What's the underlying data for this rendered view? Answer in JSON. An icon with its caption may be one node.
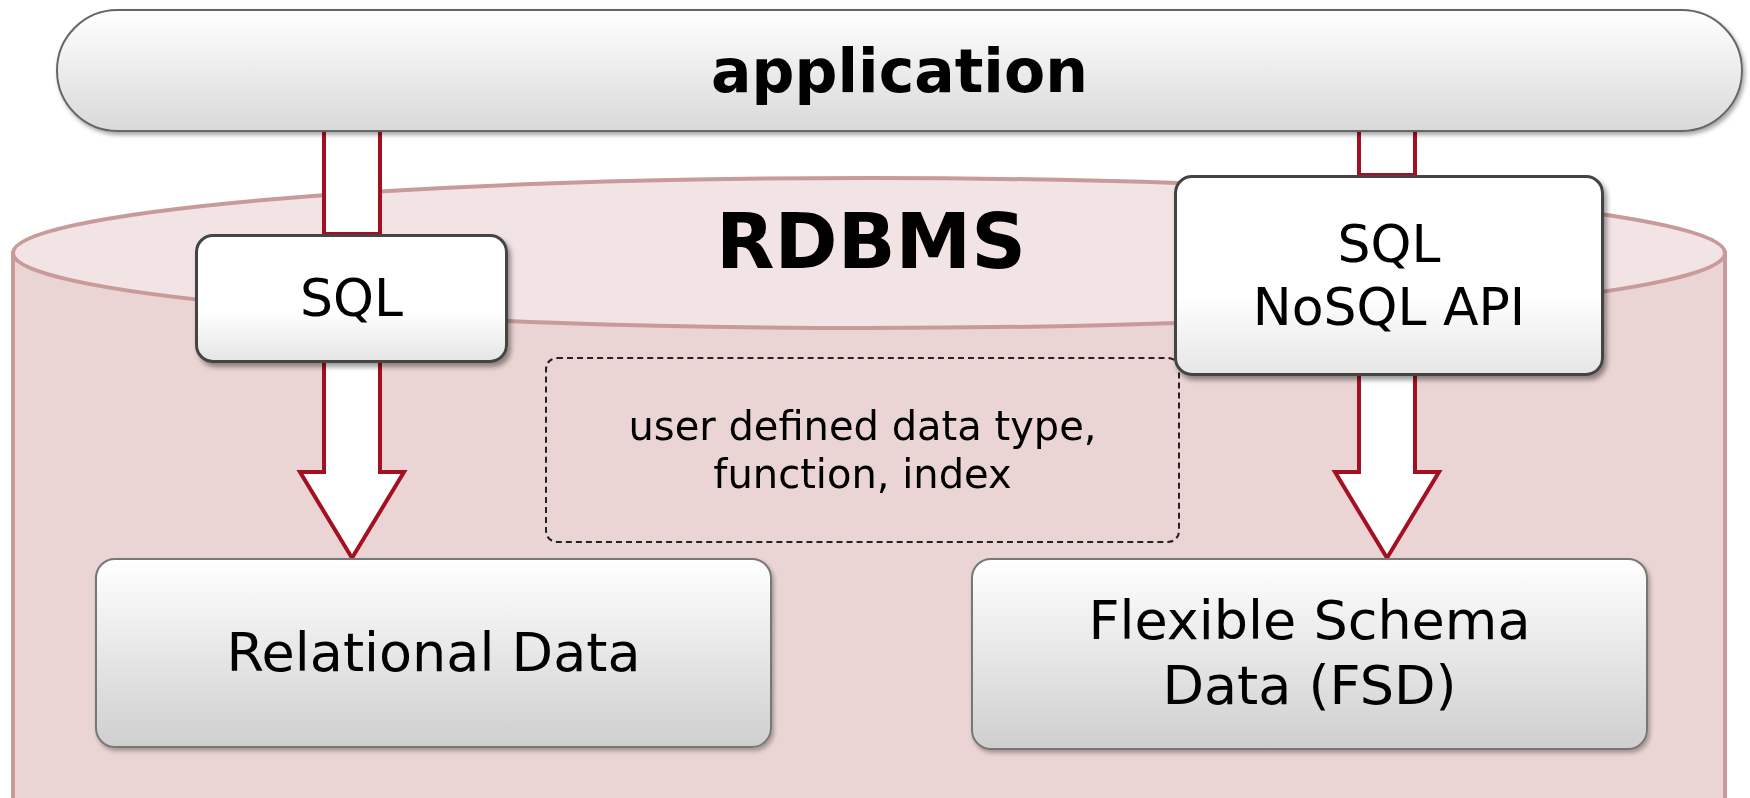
{
  "diagram": {
    "nodes": [
      {
        "text": [
          "application"
        ]
      },
      {
        "text": [
          "RDBMS"
        ]
      },
      {
        "text": [
          "SQL"
        ],
        "in": 1
      },
      {
        "text": [
          "SQL NoSQL API"
        ]
      },
      {
        "text": [
          "user defined data type, function, index"
        ],
        "in": 1
      },
      {
        "text": [
          "Relational Data"
        ],
        "in": 1
      },
      {
        "text": [
          "Flexible Schema Data (FSD)"
        ],
        "in": 1
      }
    ],
    "edges": [
      {
        "from": 0,
        "to": 2,
        "arrow": "none"
      },
      {
        "from": 2,
        "to": 5,
        "arrow": "to"
      },
      {
        "from": 0,
        "to": 3,
        "arrow": "none"
      },
      {
        "from": 3,
        "to": 6,
        "arrow": "to"
      }
    ]
  }
}
